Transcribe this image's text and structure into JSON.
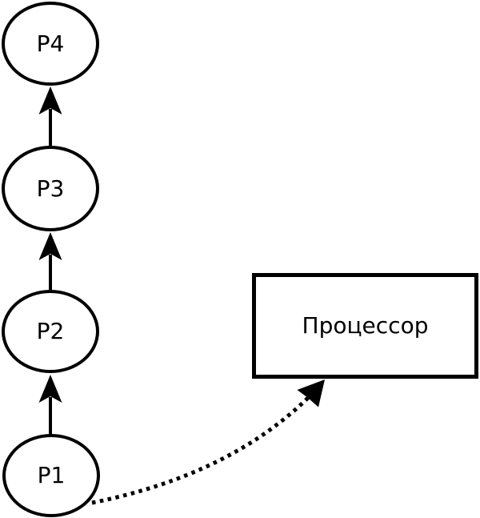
{
  "diagram": {
    "background_color": "#ffffff",
    "stroke_color": "#000000",
    "text_color": "#000000",
    "nodes": [
      {
        "id": "p4",
        "label": "P4",
        "shape": "ellipse"
      },
      {
        "id": "p3",
        "label": "P3",
        "shape": "ellipse"
      },
      {
        "id": "p2",
        "label": "P2",
        "shape": "ellipse"
      },
      {
        "id": "p1",
        "label": "P1",
        "shape": "ellipse"
      },
      {
        "id": "processor",
        "label": "Процессор",
        "shape": "rectangle"
      }
    ],
    "edges": [
      {
        "from": "p3",
        "to": "p4",
        "style": "solid",
        "arrowhead": "filled-triangle"
      },
      {
        "from": "p2",
        "to": "p3",
        "style": "solid",
        "arrowhead": "filled-triangle"
      },
      {
        "from": "p1",
        "to": "p2",
        "style": "solid",
        "arrowhead": "filled-triangle"
      },
      {
        "from": "p1",
        "to": "processor",
        "style": "dotted-curve",
        "arrowhead": "filled-triangle"
      }
    ]
  }
}
